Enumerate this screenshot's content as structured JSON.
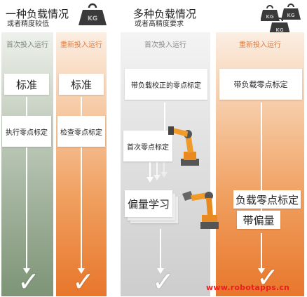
{
  "section_one": {
    "title": "一种负载情况",
    "subtitle": "或者精度较低",
    "columns": [
      {
        "heading": "首次投入运行",
        "top_box": "标准",
        "bottom_box": "执行零点标定"
      },
      {
        "heading": "重新投入运行",
        "top_box": "标准",
        "bottom_box": "检查零点标定"
      }
    ]
  },
  "section_two": {
    "title": "多种负载情况",
    "subtitle": "或者高精度要求",
    "columns": [
      {
        "heading": "首次投入运行",
        "top_box": "带负载校正的零点标定",
        "mid_box": "首次零点标定",
        "learn_box": "偏量学习"
      },
      {
        "heading": "重新投入运行",
        "top_box": "带负载零点标定",
        "box_a": "负载零点标定",
        "box_b": "带偏量"
      }
    ]
  },
  "weights_one": {
    "label": "KG"
  },
  "weights_two": {
    "labels": [
      "KG",
      "KG",
      "KG"
    ]
  },
  "check_glyph": "✓",
  "watermark": "www.robotapps.cn",
  "colors": {
    "green_column": "#8fa38a",
    "orange_column": "#ec843a",
    "gray_column": "#d9d9d9",
    "robot_orange": "#e88a1f",
    "watermark_red": "#e82020"
  }
}
